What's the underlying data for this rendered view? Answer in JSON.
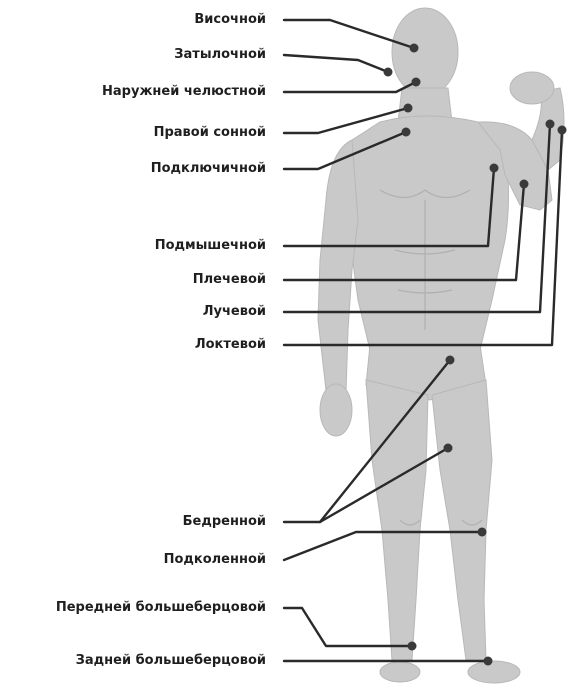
{
  "diagram": {
    "labels": [
      {
        "key": "temporal",
        "text": "Височной"
      },
      {
        "key": "occipital",
        "text": "Затылочной"
      },
      {
        "key": "facial",
        "text": "Наружней челюстной"
      },
      {
        "key": "carotid",
        "text": "Правой сонной"
      },
      {
        "key": "subclavian",
        "text": "Подключичной"
      },
      {
        "key": "axillary",
        "text": "Подмышечной"
      },
      {
        "key": "brachial",
        "text": "Плечевой"
      },
      {
        "key": "radial",
        "text": "Лучевой"
      },
      {
        "key": "ulnar",
        "text": "Локтевой"
      },
      {
        "key": "femoral",
        "text": "Бедренной"
      },
      {
        "key": "popliteal",
        "text": "Подколенной"
      },
      {
        "key": "anterior_tibial",
        "text": "Передней большеберцовой"
      },
      {
        "key": "posterior_tibial",
        "text": "Задней большеберцовой"
      }
    ],
    "colors": {
      "figure": "#c9c9c9",
      "figure_shadow": "#b3b3b3",
      "line": "#2a2a2a",
      "point": "#3a3a3a",
      "text": "#1f1f1f"
    }
  }
}
